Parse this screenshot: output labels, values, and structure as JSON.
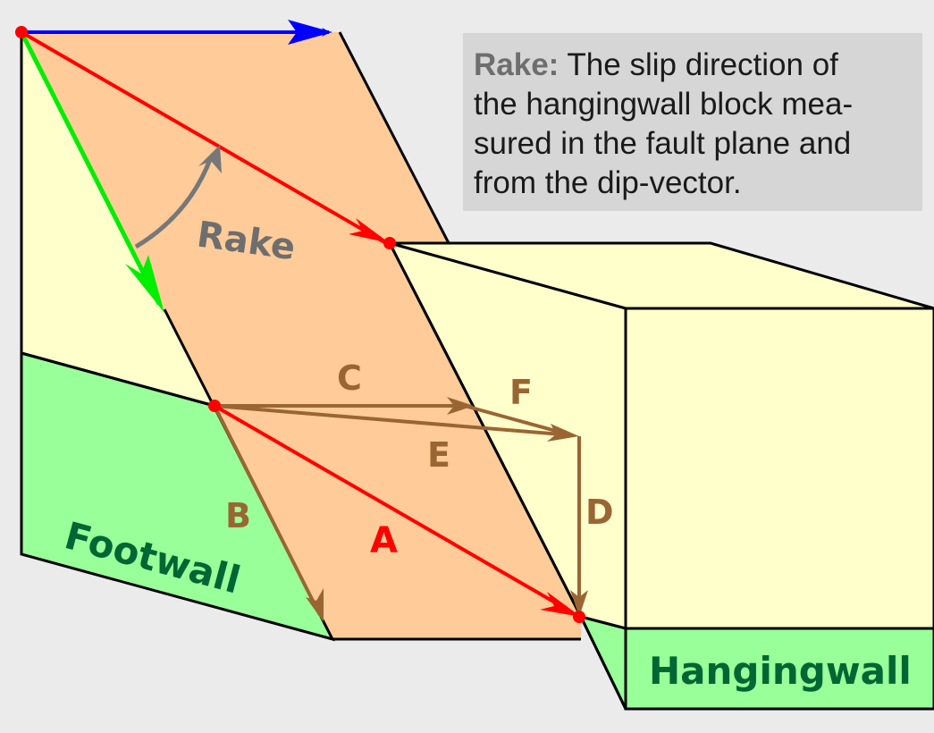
{
  "info_box": {
    "term": "Rake:",
    "line1": "The slip direction of",
    "line2": "the hangingwall block mea-",
    "line3": "sured in the fault plane and",
    "line4": "from the dip-vector."
  },
  "labels": {
    "rake": "Rake",
    "footwall": "Footwall",
    "hangingwall": "Hangingwall",
    "A": "A",
    "B": "B",
    "C": "C",
    "D": "D",
    "E": "E",
    "F": "F"
  },
  "colors": {
    "background": "#ebebeb",
    "block_face": "#ffffcc",
    "fault_plane": "#ffcc99",
    "footwall_green": "#99ff99",
    "label_green": "#006633",
    "strike_vector": "#0000ff",
    "dip_vector": "#00ee00",
    "slip_vector": "#ff0000",
    "components": "#996633",
    "rake_arc": "#777777"
  }
}
